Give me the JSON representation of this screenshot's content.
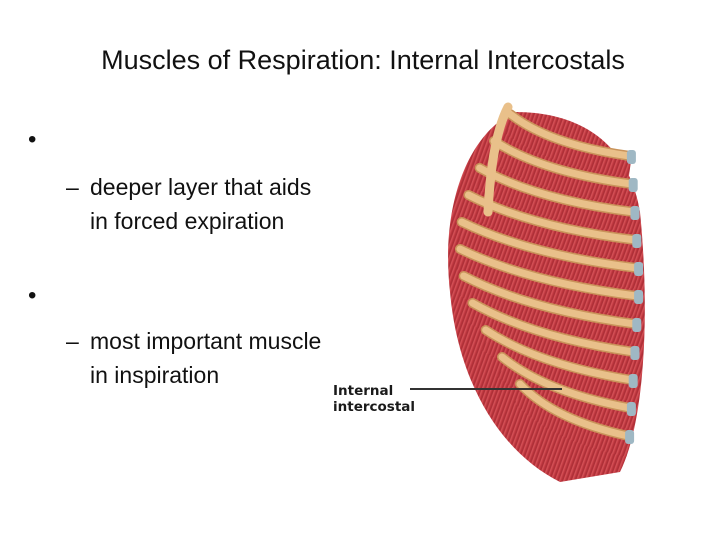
{
  "slide": {
    "title": "Muscles of Respiration: Internal Intercostals",
    "bullets": [
      {
        "symbol": "•",
        "label": "",
        "dash": "–",
        "sub": "deeper layer that aids in forced expiration"
      },
      {
        "symbol": "•",
        "label": "",
        "dash": "–",
        "sub": "most important muscle in inspiration"
      }
    ]
  },
  "figure": {
    "label_line1": "Internal",
    "label_line2": "intercostal",
    "colors": {
      "muscle": "#c8383f",
      "muscle_light": "#e06a6a",
      "rib": "#e9c08a",
      "rib_shadow": "#c9935a",
      "cartilage": "#9fb8c4"
    }
  }
}
